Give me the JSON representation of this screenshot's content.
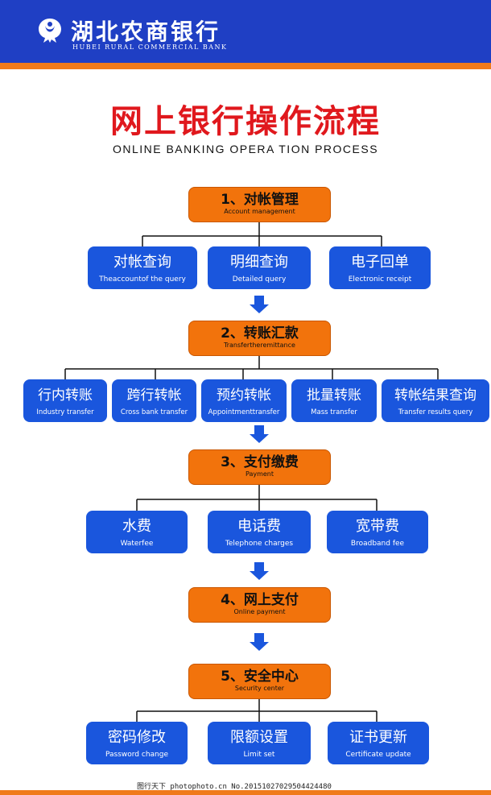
{
  "header": {
    "logo_text_cn": "湖北农商银行",
    "logo_text_en": "HUBEI RURAL COMMERCIAL BANK"
  },
  "title": "网上银行操作流程",
  "subtitle": "ONLINE BANKING OPERA TION PROCESS",
  "steps": [
    {
      "cn": "1、对帐管理",
      "en": "Account management",
      "items": [
        {
          "cn": "对帐查询",
          "en": "Theaccountof the query"
        },
        {
          "cn": "明细查询",
          "en": "Detailed query"
        },
        {
          "cn": "电子回单",
          "en": "Electronic receipt"
        }
      ]
    },
    {
      "cn": "2、转账汇款",
      "en": "Transfertheremittance",
      "items": [
        {
          "cn": "行内转账",
          "en": "Industry transfer"
        },
        {
          "cn": "跨行转帐",
          "en": "Cross bank transfer"
        },
        {
          "cn": "预约转帐",
          "en": "Appointmenttransfer"
        },
        {
          "cn": "批量转账",
          "en": "Mass transfer"
        },
        {
          "cn": "转帐结果查询",
          "en": "Transfer results query"
        }
      ]
    },
    {
      "cn": "3、支付缴费",
      "en": "Payment",
      "items": [
        {
          "cn": "水费",
          "en": "Waterfee"
        },
        {
          "cn": "电话费",
          "en": "Telephone charges"
        },
        {
          "cn": "宽带费",
          "en": "Broadband fee"
        }
      ]
    },
    {
      "cn": "4、网上支付",
      "en": "Online payment",
      "items": []
    },
    {
      "cn": "5、安全中心",
      "en": "Security center",
      "items": [
        {
          "cn": "密码修改",
          "en": "Password change"
        },
        {
          "cn": "限额设置",
          "en": "Limit set"
        },
        {
          "cn": "证书更新",
          "en": "Certificate update"
        }
      ]
    }
  ],
  "watermark": "图行天下 photophoto.cn  No.20151027029504424480",
  "colors": {
    "header_blue": "#1f3fc4",
    "accent_orange": "#f2730c",
    "item_blue": "#1a56dd",
    "title_red": "#e0181d"
  }
}
